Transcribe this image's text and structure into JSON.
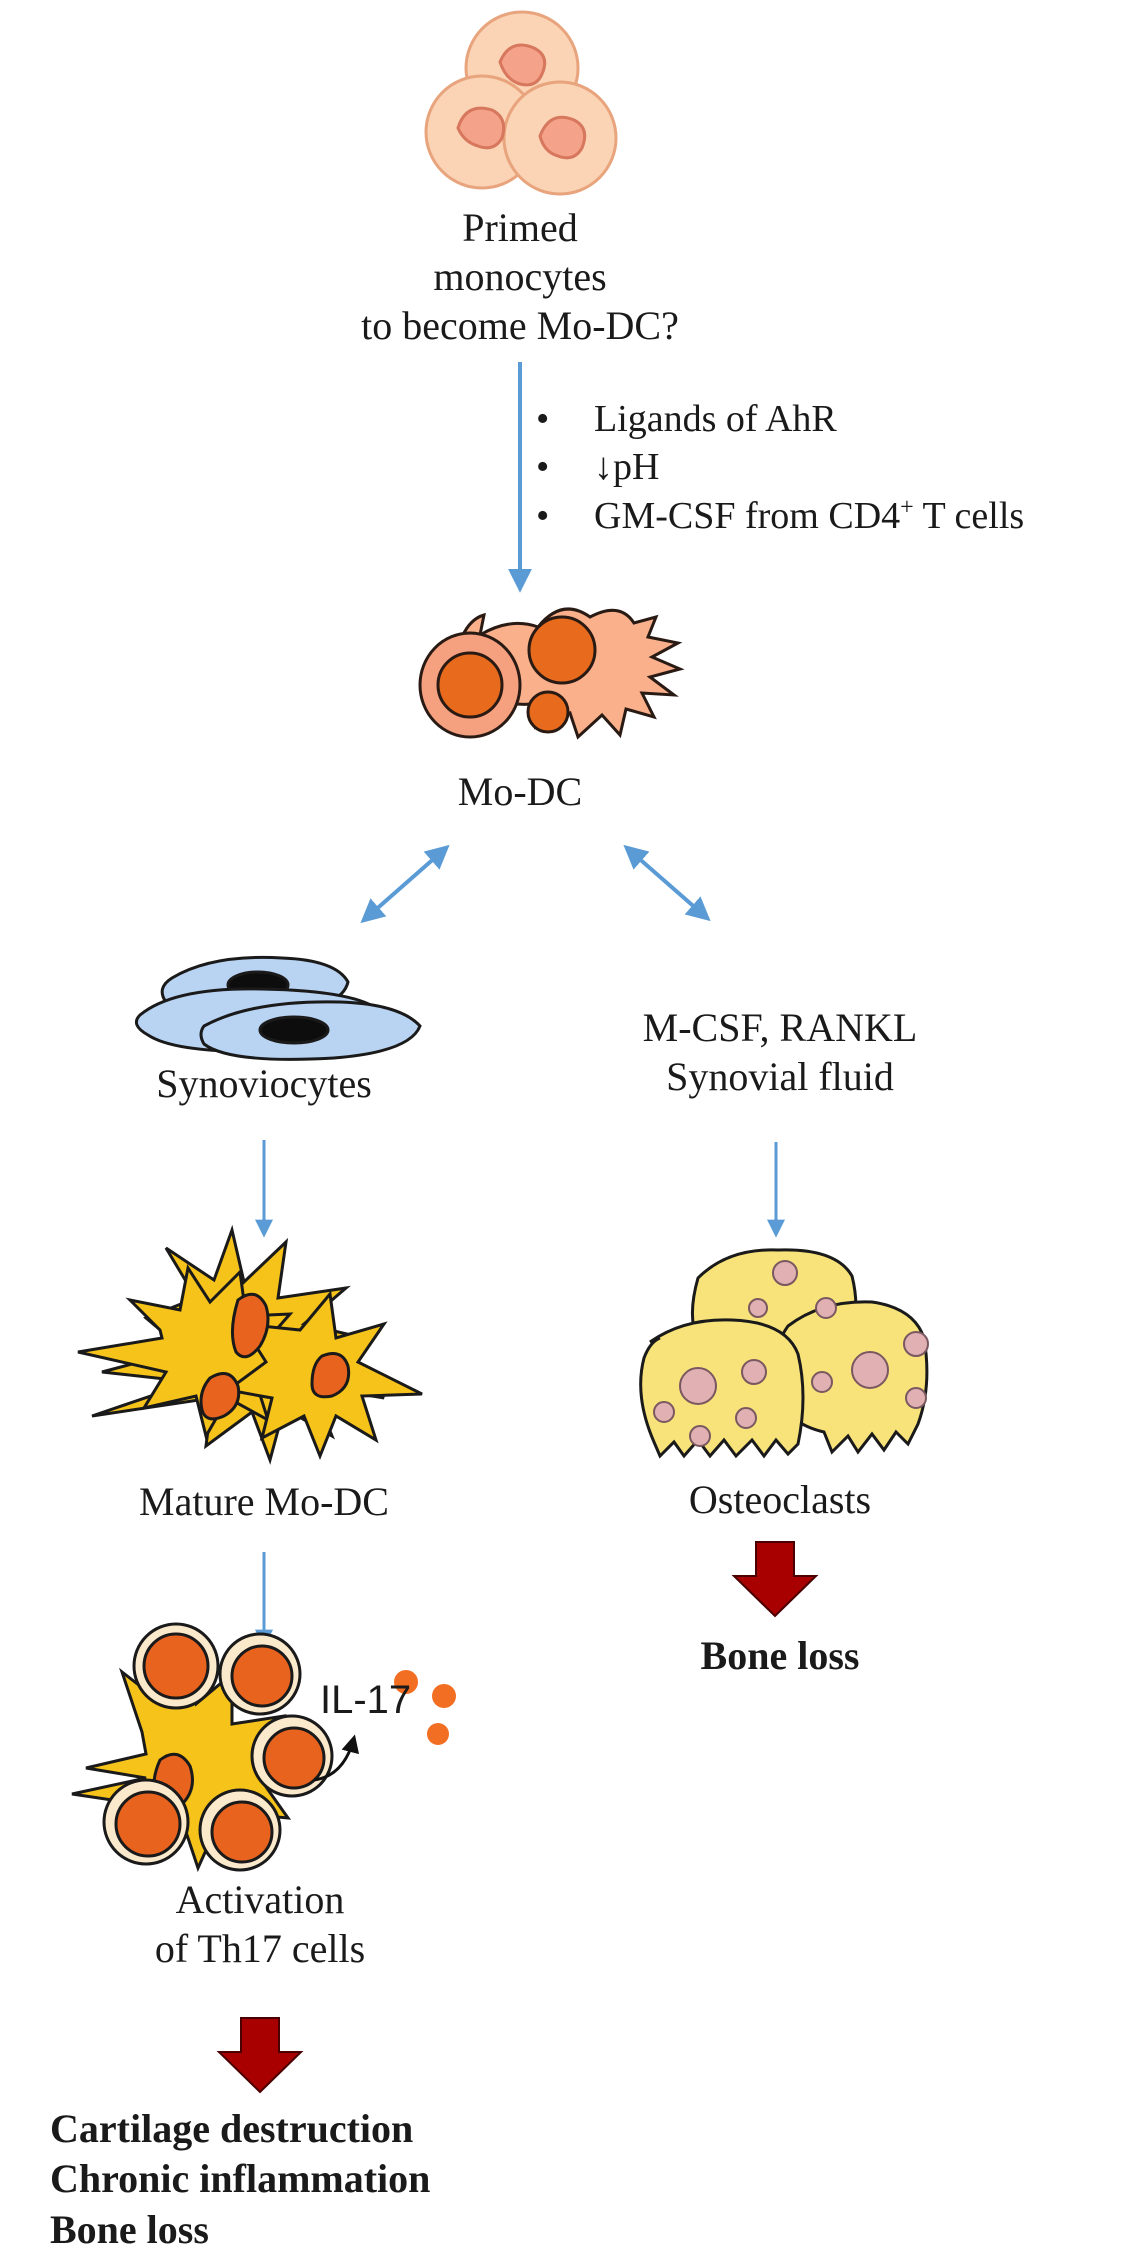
{
  "nodes": {
    "primed": [
      "Primed",
      "monocytes",
      "to become Mo-DC?"
    ],
    "bullets": [
      "Ligands of AhR",
      "↓pH",
      "GM-CSF from CD4",
      "+",
      " T cells"
    ],
    "modc": "Mo-DC",
    "synoviocytes": "Synoviocytes",
    "osteo_factors": [
      "M-CSF, RANKL",
      "Synovial fluid"
    ],
    "mature_modc": "Mature Mo-DC",
    "osteoclasts": "Osteoclasts",
    "bone_loss_right": "Bone loss",
    "il17": "IL-17",
    "th17": [
      "Activation",
      "of Th17 cells"
    ],
    "outcomes": [
      "Cartilage destruction",
      "Chronic inflammation",
      "Bone loss"
    ]
  },
  "icons": [
    "monocyte-cluster-icon",
    "mo-dc-cell-icon",
    "synoviocyte-cells-icon",
    "mature-mo-dc-icon",
    "osteoclast-cells-icon",
    "th17-activation-icon",
    "il17-particles-icon",
    "outcome-arrow-icon"
  ],
  "colors": {
    "arrow_blue": "#5b9bd5",
    "outcome_red": "#a80000",
    "monocyte_fill": "#f9c9a6",
    "dc_orange": "#e8641e",
    "mature_yellow": "#f6c31a",
    "synoviocyte_blue": "#b9d3f2",
    "osteoclast_yellow": "#f7e37a",
    "nucleus_pink": "#d8a5a8"
  }
}
